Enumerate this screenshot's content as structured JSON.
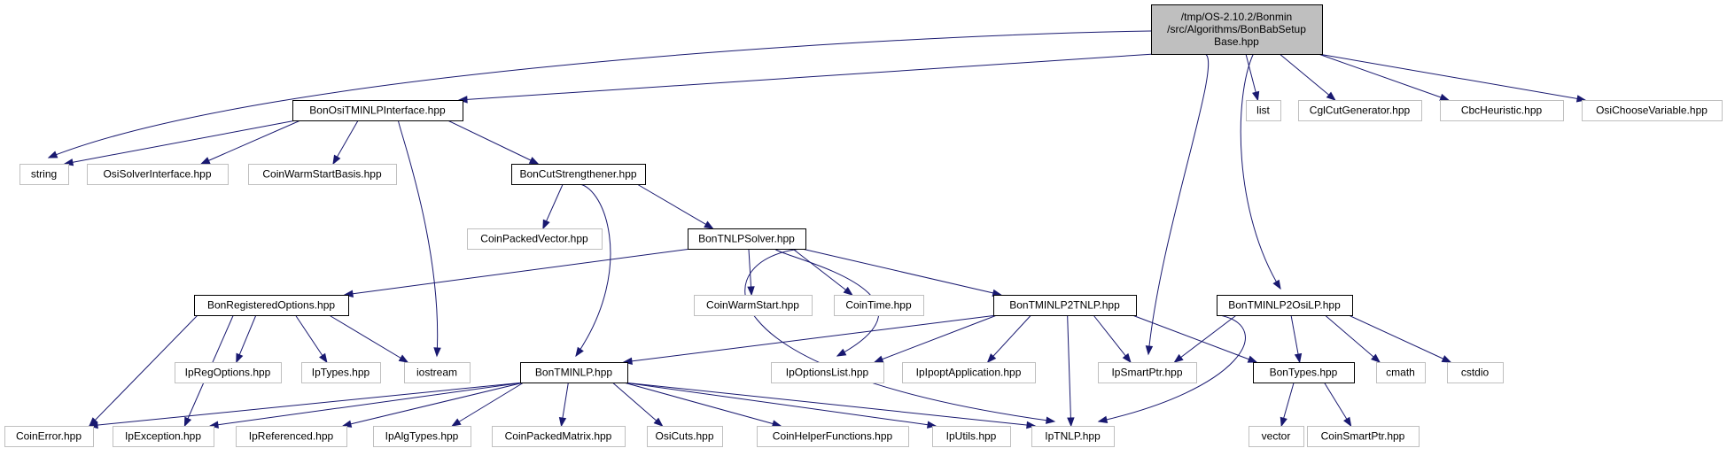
{
  "graph": {
    "nodes": [
      {
        "id": "root",
        "lines": [
          "/tmp/OS-2.10.2/Bonmin",
          "/src/Algorithms/BonBabSetup",
          "Base.hpp"
        ],
        "style": "root"
      },
      {
        "id": "ositminlp",
        "lines": [
          "BonOsiTMINLPInterface.hpp"
        ],
        "style": "solid"
      },
      {
        "id": "list",
        "lines": [
          "list"
        ],
        "style": "gray"
      },
      {
        "id": "cglcut",
        "lines": [
          "CglCutGenerator.hpp"
        ],
        "style": "gray"
      },
      {
        "id": "cbcheur",
        "lines": [
          "CbcHeuristic.hpp"
        ],
        "style": "gray"
      },
      {
        "id": "osichoose",
        "lines": [
          "OsiChooseVariable.hpp"
        ],
        "style": "gray"
      },
      {
        "id": "string",
        "lines": [
          "string"
        ],
        "style": "gray"
      },
      {
        "id": "osisolver",
        "lines": [
          "OsiSolverInterface.hpp"
        ],
        "style": "gray"
      },
      {
        "id": "coinwarmbasis",
        "lines": [
          "CoinWarmStartBasis.hpp"
        ],
        "style": "gray"
      },
      {
        "id": "cutstrength",
        "lines": [
          "BonCutStrengthener.hpp"
        ],
        "style": "solid"
      },
      {
        "id": "coinpackedvec",
        "lines": [
          "CoinPackedVector.hpp"
        ],
        "style": "gray"
      },
      {
        "id": "tnlpsolver",
        "lines": [
          "BonTNLPSolver.hpp"
        ],
        "style": "solid"
      },
      {
        "id": "regopts",
        "lines": [
          "BonRegisteredOptions.hpp"
        ],
        "style": "solid"
      },
      {
        "id": "coinwarm",
        "lines": [
          "CoinWarmStart.hpp"
        ],
        "style": "gray"
      },
      {
        "id": "cointime",
        "lines": [
          "CoinTime.hpp"
        ],
        "style": "gray"
      },
      {
        "id": "tminlp2tnlp",
        "lines": [
          "BonTMINLP2TNLP.hpp"
        ],
        "style": "solid"
      },
      {
        "id": "tminlp2osilp",
        "lines": [
          "BonTMINLP2OsiLP.hpp"
        ],
        "style": "solid"
      },
      {
        "id": "ipregopts",
        "lines": [
          "IpRegOptions.hpp"
        ],
        "style": "gray"
      },
      {
        "id": "iptypes",
        "lines": [
          "IpTypes.hpp"
        ],
        "style": "gray"
      },
      {
        "id": "iostream",
        "lines": [
          "iostream"
        ],
        "style": "gray"
      },
      {
        "id": "tminlp",
        "lines": [
          "BonTMINLP.hpp"
        ],
        "style": "solid"
      },
      {
        "id": "ipoptslist",
        "lines": [
          "IpOptionsList.hpp"
        ],
        "style": "gray"
      },
      {
        "id": "ipoptapp",
        "lines": [
          "IpIpoptApplication.hpp"
        ],
        "style": "gray"
      },
      {
        "id": "ipsmart",
        "lines": [
          "IpSmartPtr.hpp"
        ],
        "style": "gray"
      },
      {
        "id": "bontypes",
        "lines": [
          "BonTypes.hpp"
        ],
        "style": "solid"
      },
      {
        "id": "cmath",
        "lines": [
          "cmath"
        ],
        "style": "gray"
      },
      {
        "id": "cstdio",
        "lines": [
          "cstdio"
        ],
        "style": "gray"
      },
      {
        "id": "coinerror",
        "lines": [
          "CoinError.hpp"
        ],
        "style": "gray"
      },
      {
        "id": "ipexception",
        "lines": [
          "IpException.hpp"
        ],
        "style": "gray"
      },
      {
        "id": "ipreferenced",
        "lines": [
          "IpReferenced.hpp"
        ],
        "style": "gray"
      },
      {
        "id": "ipalgtypes",
        "lines": [
          "IpAlgTypes.hpp"
        ],
        "style": "gray"
      },
      {
        "id": "coinpackedmat",
        "lines": [
          "CoinPackedMatrix.hpp"
        ],
        "style": "gray"
      },
      {
        "id": "osicuts",
        "lines": [
          "OsiCuts.hpp"
        ],
        "style": "gray"
      },
      {
        "id": "coinhelper",
        "lines": [
          "CoinHelperFunctions.hpp"
        ],
        "style": "gray"
      },
      {
        "id": "iputils",
        "lines": [
          "IpUtils.hpp"
        ],
        "style": "gray"
      },
      {
        "id": "iptnlp",
        "lines": [
          "IpTNLP.hpp"
        ],
        "style": "gray"
      },
      {
        "id": "vector",
        "lines": [
          "vector"
        ],
        "style": "gray"
      },
      {
        "id": "coinsmart",
        "lines": [
          "CoinSmartPtr.hpp"
        ],
        "style": "gray"
      }
    ],
    "edges": [
      [
        "root",
        "ositminlp"
      ],
      [
        "root",
        "string"
      ],
      [
        "root",
        "ipsmart"
      ],
      [
        "root",
        "list"
      ],
      [
        "root",
        "cglcut"
      ],
      [
        "root",
        "cbcheur"
      ],
      [
        "root",
        "osichoose"
      ],
      [
        "root",
        "tminlp2osilp"
      ],
      [
        "ositminlp",
        "string"
      ],
      [
        "ositminlp",
        "osisolver"
      ],
      [
        "ositminlp",
        "coinwarmbasis"
      ],
      [
        "ositminlp",
        "cutstrength"
      ],
      [
        "ositminlp",
        "iostream"
      ],
      [
        "cutstrength",
        "coinpackedvec"
      ],
      [
        "cutstrength",
        "tnlpsolver"
      ],
      [
        "cutstrength",
        "tminlp"
      ],
      [
        "tnlpsolver",
        "regopts"
      ],
      [
        "tnlpsolver",
        "coinwarm"
      ],
      [
        "tnlpsolver",
        "cointime"
      ],
      [
        "tnlpsolver",
        "tminlp2tnlp"
      ],
      [
        "tnlpsolver",
        "ipoptslist"
      ],
      [
        "tnlpsolver",
        "iptnlp"
      ],
      [
        "regopts",
        "coinerror"
      ],
      [
        "regopts",
        "ipexception"
      ],
      [
        "regopts",
        "ipregopts"
      ],
      [
        "regopts",
        "iptypes"
      ],
      [
        "regopts",
        "iostream"
      ],
      [
        "tminlp2tnlp",
        "tminlp"
      ],
      [
        "tminlp2tnlp",
        "ipoptslist"
      ],
      [
        "tminlp2tnlp",
        "ipoptapp"
      ],
      [
        "tminlp2tnlp",
        "ipsmart"
      ],
      [
        "tminlp2tnlp",
        "iptnlp"
      ],
      [
        "tminlp2tnlp",
        "bontypes"
      ],
      [
        "tminlp2osilp",
        "ipsmart"
      ],
      [
        "tminlp2osilp",
        "bontypes"
      ],
      [
        "tminlp2osilp",
        "cmath"
      ],
      [
        "tminlp2osilp",
        "cstdio"
      ],
      [
        "tminlp2osilp",
        "iptnlp"
      ],
      [
        "tminlp",
        "coinerror"
      ],
      [
        "tminlp",
        "ipexception"
      ],
      [
        "tminlp",
        "ipreferenced"
      ],
      [
        "tminlp",
        "ipalgtypes"
      ],
      [
        "tminlp",
        "coinpackedmat"
      ],
      [
        "tminlp",
        "osicuts"
      ],
      [
        "tminlp",
        "coinhelper"
      ],
      [
        "tminlp",
        "iputils"
      ],
      [
        "tminlp",
        "iptnlp"
      ],
      [
        "bontypes",
        "vector"
      ],
      [
        "bontypes",
        "coinsmart"
      ]
    ]
  }
}
